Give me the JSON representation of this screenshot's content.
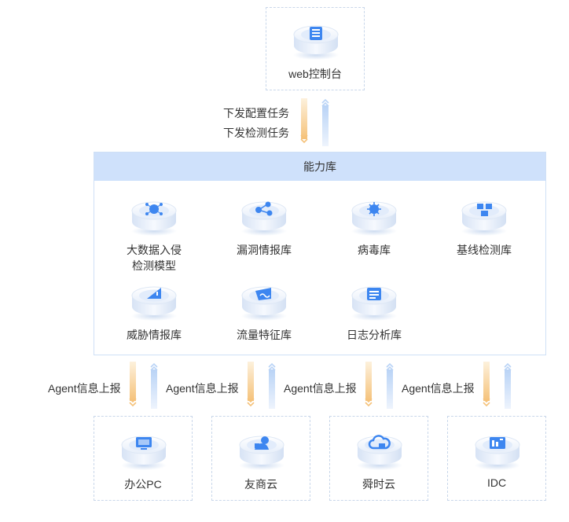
{
  "top_node": {
    "label": "web控制台",
    "icon": "server-icon"
  },
  "down_labels": [
    "下发配置任务",
    "下发检测任务"
  ],
  "capability": {
    "title": "能力库",
    "items": [
      {
        "lines": [
          "大数据入侵",
          "检测模型"
        ],
        "icon": "network-icon"
      },
      {
        "lines": [
          "漏洞情报库"
        ],
        "icon": "share-nodes-icon"
      },
      {
        "lines": [
          "病毒库"
        ],
        "icon": "virus-icon"
      },
      {
        "lines": [
          "基线检测库"
        ],
        "icon": "baseline-icon"
      },
      {
        "lines": [
          "威胁情报库"
        ],
        "icon": "warning-flag-icon"
      },
      {
        "lines": [
          "流量特征库"
        ],
        "icon": "flow-wave-icon"
      },
      {
        "lines": [
          "日志分析库"
        ],
        "icon": "log-doc-icon"
      }
    ]
  },
  "agent_label": "Agent信息上报",
  "bottom_nodes": [
    {
      "label": "办公PC",
      "icon": "monitor-icon"
    },
    {
      "label": "友商云",
      "icon": "user-cloud-icon"
    },
    {
      "label": "舜时云",
      "icon": "cloud-icon"
    },
    {
      "label": "IDC",
      "icon": "datacenter-icon"
    }
  ],
  "colors": {
    "accent": "#3d86f0",
    "orange_arrow": "#f5c27a",
    "blue_arrow": "#b9d3f6",
    "panel_header": "#cfe1fb",
    "dashed_border": "#c9d7ea"
  }
}
